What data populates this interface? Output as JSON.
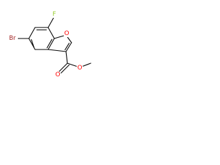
{
  "molecule": {
    "atoms": {
      "fluorine": "F",
      "bromine": "Br",
      "ring_oxygen": "O",
      "carbonyl_oxygen": "O",
      "ester_oxygen": "O"
    },
    "colors": {
      "fluorine": "#9ACD32",
      "bromine": "#A52A2A",
      "oxygen": "#FF0000",
      "bond": "#000000"
    }
  }
}
